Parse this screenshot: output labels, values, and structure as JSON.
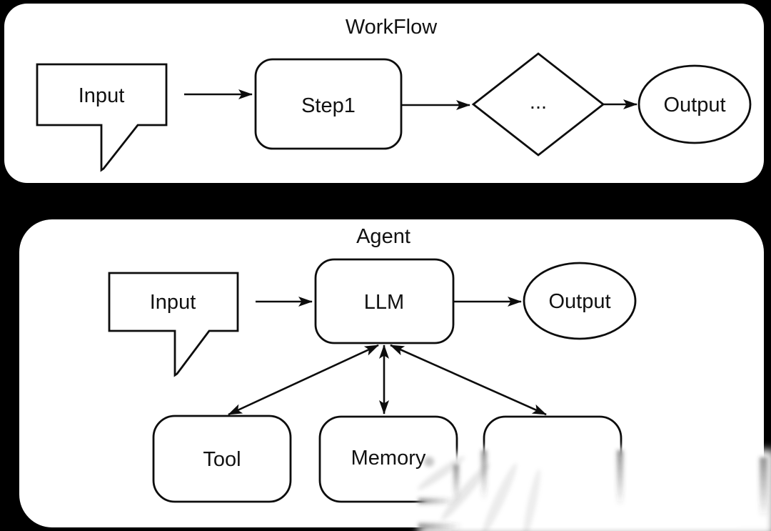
{
  "workflow": {
    "title": "WorkFlow",
    "input_label": "Input",
    "step1_label": "Step1",
    "decision_label": "...",
    "output_label": "Output"
  },
  "agent": {
    "title": "Agent",
    "input_label": "Input",
    "llm_label": "LLM",
    "output_label": "Output",
    "tool_label": "Tool",
    "memory_label": "Memory",
    "extra_node_label": ""
  },
  "colors": {
    "background": "#000000",
    "panel_fill": "#ffffff",
    "line": "#0d0d0d",
    "text": "#111111",
    "smudge": "#ffffff",
    "smudge_streak": "#8a8a8a"
  }
}
